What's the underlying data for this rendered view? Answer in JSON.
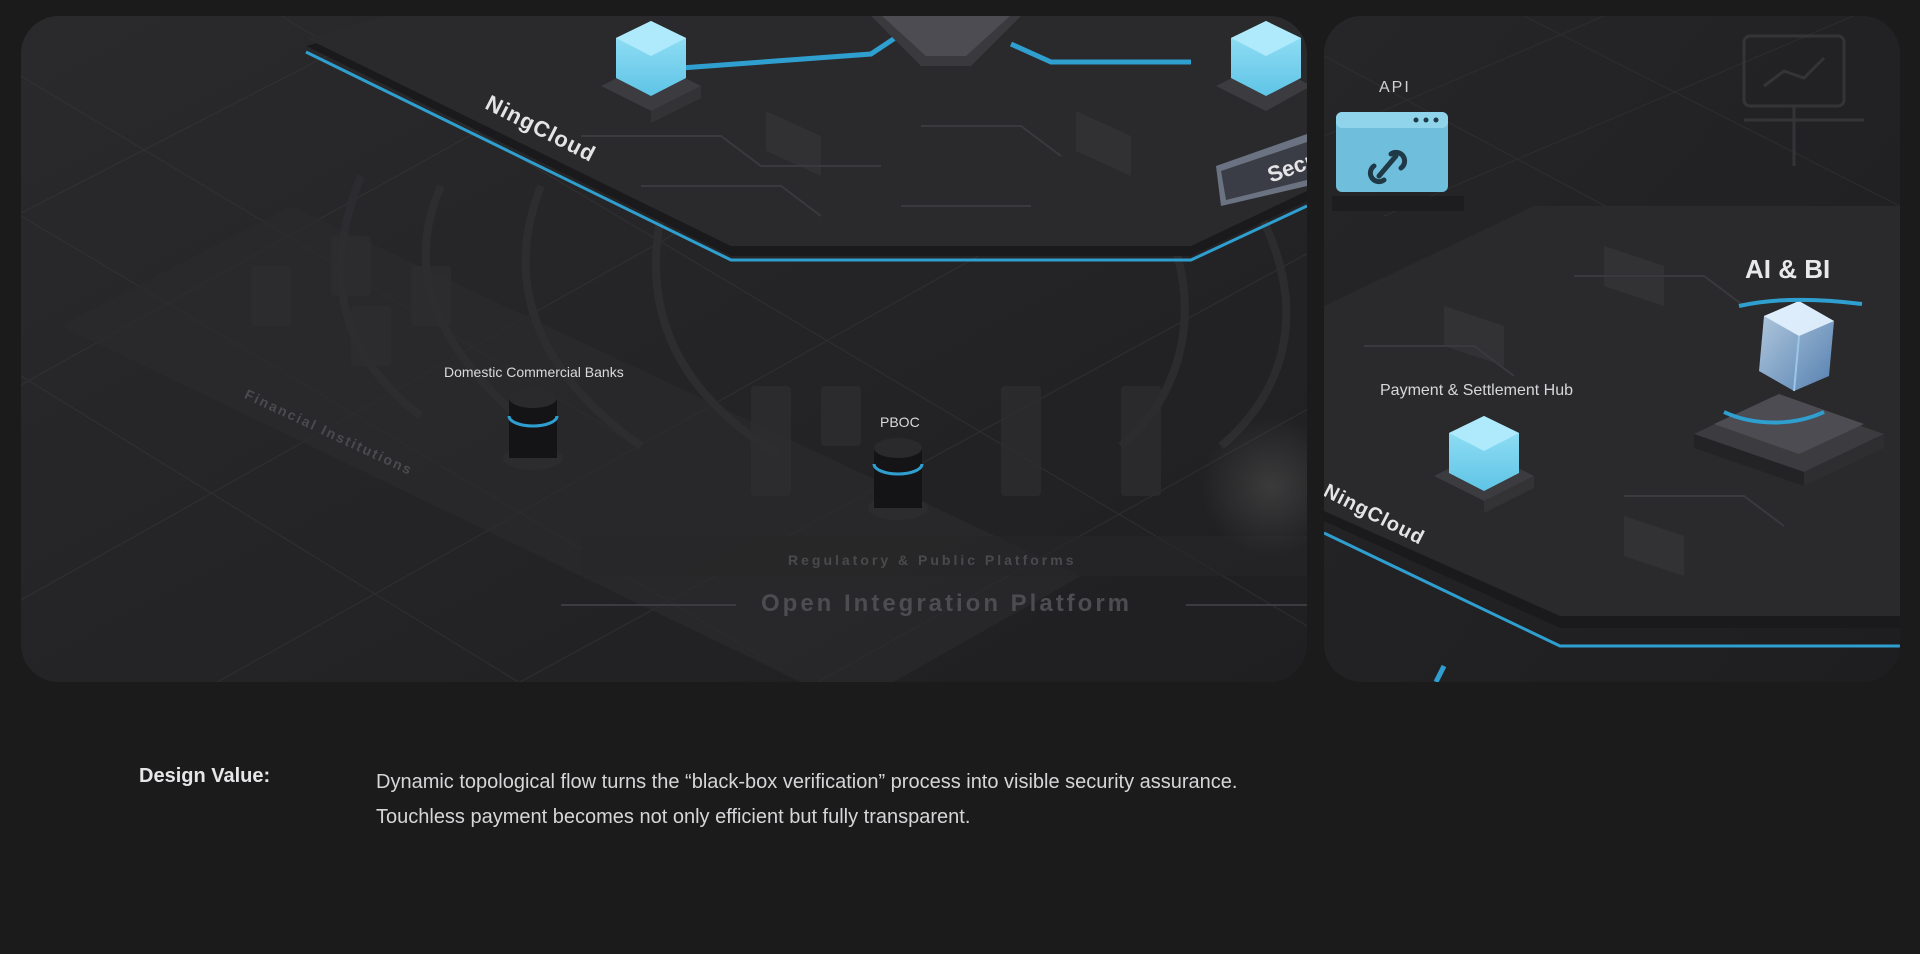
{
  "left_panel": {
    "brand": "NingCloud",
    "security_tag": "Secu",
    "domestic_banks_label": "Domestic Commercial Banks",
    "pboc_label": "PBOC",
    "financial_institutions_label": "Financial Institutions",
    "regulatory_label": "Regulatory & Public Platforms",
    "open_platform_label": "Open Integration Platform"
  },
  "right_panel": {
    "api_label": "API",
    "ai_bi_label": "AI & BI",
    "payment_hub_label": "Payment & Settlement Hub",
    "brand": "NingCloud"
  },
  "caption": {
    "title": "Design Value:",
    "text": "Dynamic topological flow turns the “black-box verification” process into visible security assurance. Touchless payment becomes not only efficient but fully transparent."
  },
  "colors": {
    "accent": "#2f9fd0",
    "cube": "#7dd3ee",
    "background": "#1b1b1c"
  }
}
